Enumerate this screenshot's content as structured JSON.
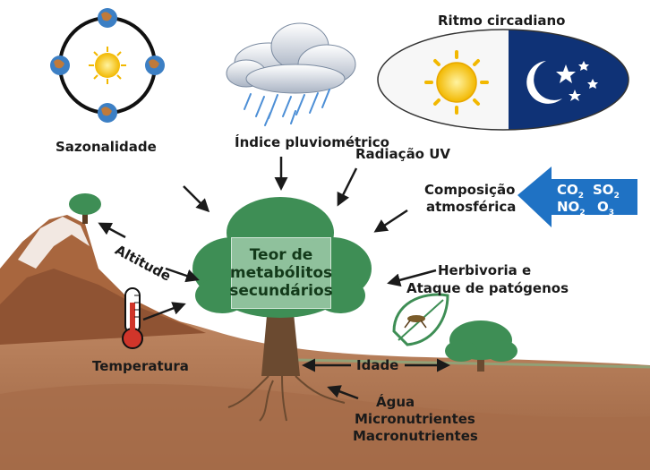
{
  "labels": {
    "sazonalidade": "Sazonalidade",
    "indice": "Índice pluviométrico",
    "radiacao": "Radiação UV",
    "ritmo": "Ritmo circadiano",
    "composicao_1": "Composição",
    "composicao_2": "atmosférica",
    "altitude": "Altitude",
    "temperatura": "Temperatura",
    "herbivoria_1": "Herbivoria e",
    "herbivoria_2": "Ataque de patógenos",
    "idade": "Idade",
    "agua": "Água",
    "micro": "Micronutrientes",
    "macro": "Macronutrientes",
    "center_1": "Teor de",
    "center_2": "metabólitos",
    "center_3": "secundários"
  },
  "chem": {
    "co": "CO",
    "co_sub": "2",
    "so": "SO",
    "so_sub": "2",
    "no": "NO",
    "no_sub": "2",
    "o": "O",
    "o_sub": "3"
  },
  "colors": {
    "soil": "#b07a55",
    "soil_dark": "#8a5a3a",
    "tree": "#3e8e55",
    "trunk": "#6b4a30",
    "arrow_blue": "#1f72c4",
    "night": "#0f3276",
    "sun": "#f6c418"
  }
}
